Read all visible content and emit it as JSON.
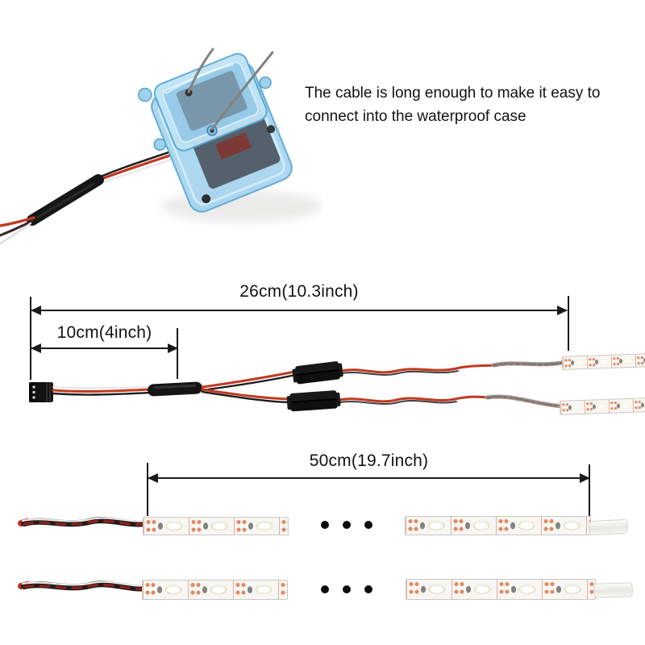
{
  "annotation": {
    "text": "The cable is long enough to make it easy to connect into the waterproof case"
  },
  "dimensions": {
    "cable26": {
      "label": "26cm(10.3inch)",
      "value_cm": 26,
      "value_inch": 10.3
    },
    "lead10": {
      "label": "10cm(4inch)",
      "value_cm": 10,
      "value_inch": 4
    },
    "strip50": {
      "label": "50cm(19.7inch)",
      "value_cm": 50,
      "value_inch": 19.7
    }
  },
  "ellipsis": {
    "dot_count": 3
  },
  "colors": {
    "text": "#121212",
    "arrow": "#1a1a1a",
    "dot_black": "#0c0c0c",
    "strip_base": "#f8f6f2",
    "pad_orange": "#e08a63",
    "wire_red": "#c0391f",
    "wire_black": "#1c1c1c",
    "wire_white": "#e6e6e4",
    "grey_lead": "#95938f",
    "case_blue": "#a6d4ee",
    "case_blue_light": "#bfe4f6",
    "case_blue_dark": "#58a7d4",
    "antenna_grey": "#828282",
    "connector_black": "#141414"
  }
}
